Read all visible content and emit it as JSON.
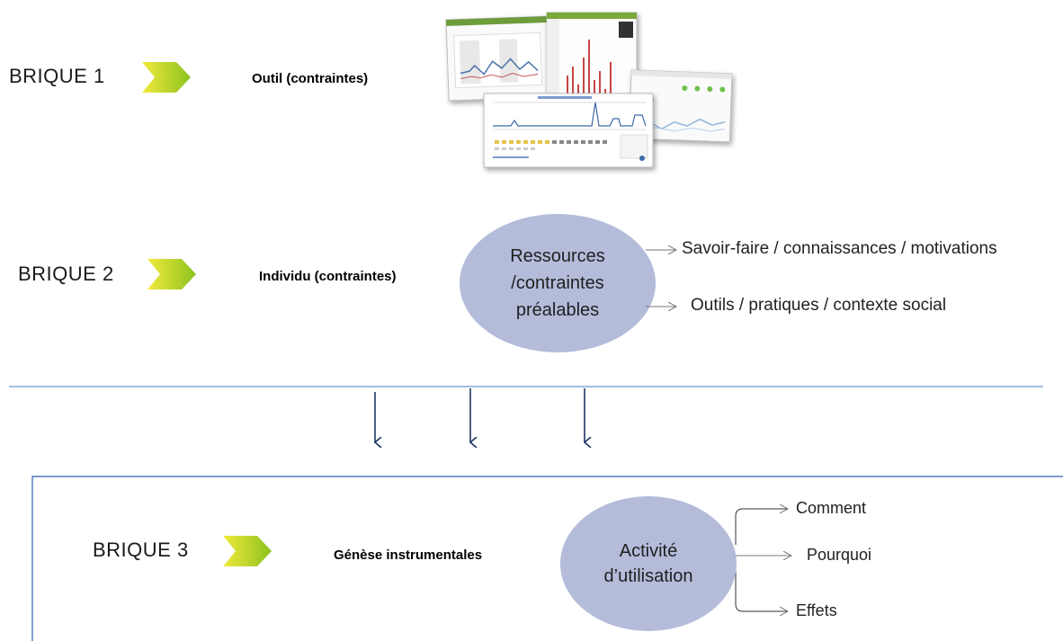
{
  "brique1": {
    "label": "BRIQUE 1",
    "subtitle": "Outil (contraintes)"
  },
  "brique2": {
    "label": "BRIQUE 2",
    "subtitle": "Individu (contraintes)",
    "ellipse": [
      "Ressources",
      "/contraintes",
      "préalables"
    ],
    "items": [
      "Savoir-faire / connaissances / motivations",
      "Outils / pratiques / contexte social"
    ]
  },
  "brique3": {
    "label": "BRIQUE 3",
    "subtitle": "Génèse instrumentales",
    "ellipse": [
      "Activité",
      "d’utilisation"
    ],
    "items": [
      "Comment",
      "Pourquoi",
      "Effets"
    ]
  },
  "colors": {
    "ellipse_fill": "#b4bcda",
    "chevron_light": "#f2ea3b",
    "chevron_dark": "#8cc21f",
    "separator_line": "#4a78c2",
    "arrows": "#1c3564",
    "box_border": "#2f5eb0"
  },
  "icons": [
    "chevron-right-icon",
    "down-arrow-icon",
    "thin-arrow-icon"
  ]
}
